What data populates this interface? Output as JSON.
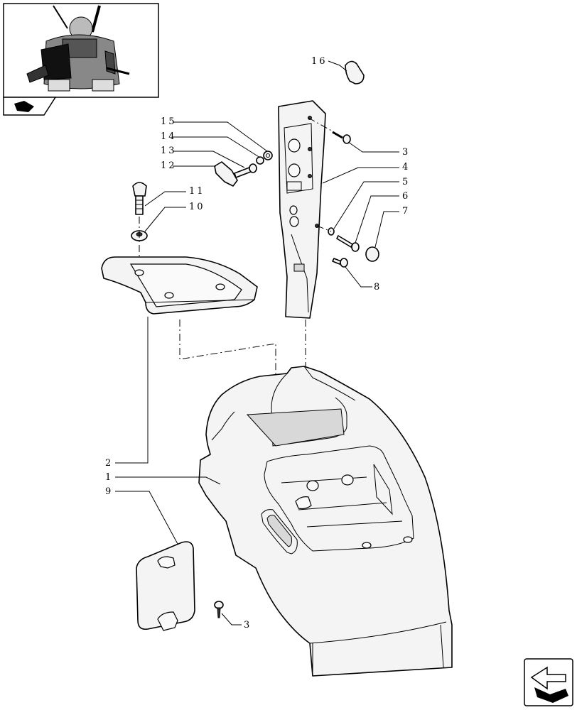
{
  "callouts": {
    "c1": "1",
    "c2": "2",
    "c3a": "3",
    "c3b": "3",
    "c4": "4",
    "c5": "5",
    "c6": "6",
    "c7": "7",
    "c8": "8",
    "c9": "9",
    "c10": "10",
    "c11": "11",
    "c12": "12",
    "c13": "13",
    "c14": "14",
    "c15": "15",
    "c16": "16"
  },
  "icons": {
    "thumbnail": "tractor-thumbnail-icon",
    "thumb_nav": "reference-arrow-icon",
    "next_page": "next-page-arrow-icon"
  }
}
